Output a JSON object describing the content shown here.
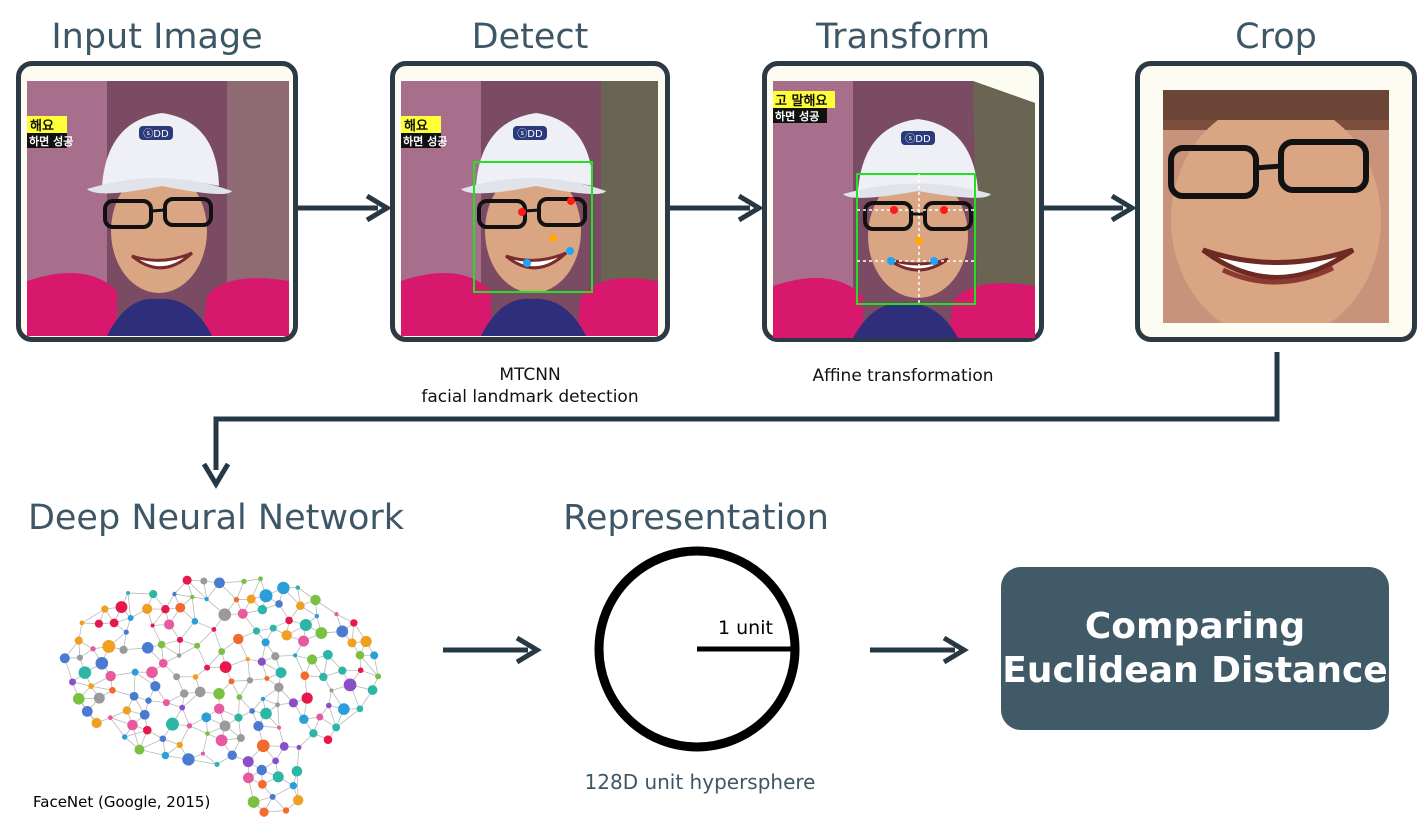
{
  "stages": [
    {
      "title": "Input Image",
      "caption": ""
    },
    {
      "title": "Detect",
      "caption_lines": [
        "MTCNN",
        "facial landmark detection"
      ]
    },
    {
      "title": "Transform",
      "caption": "Affine transformation"
    },
    {
      "title": "Crop",
      "caption": ""
    }
  ],
  "photo_text": {
    "line1": "해요",
    "line2": "하면 성공",
    "line1_t": "고 말해요",
    "cap_logo": "ⓢDD"
  },
  "network": {
    "title": "Deep Neural Network",
    "caption": "FaceNet (Google, 2015)"
  },
  "representation": {
    "title": "Representation",
    "radius_label": "1 unit",
    "caption": "128D unit hypersphere"
  },
  "result": {
    "line1": "Comparing",
    "line2": "Euclidean Distance"
  },
  "colors": {
    "frame": "#2b3a44",
    "arrow": "#263844",
    "title": "#3e5766",
    "box": "#415a68",
    "bbox": "#22e022"
  }
}
